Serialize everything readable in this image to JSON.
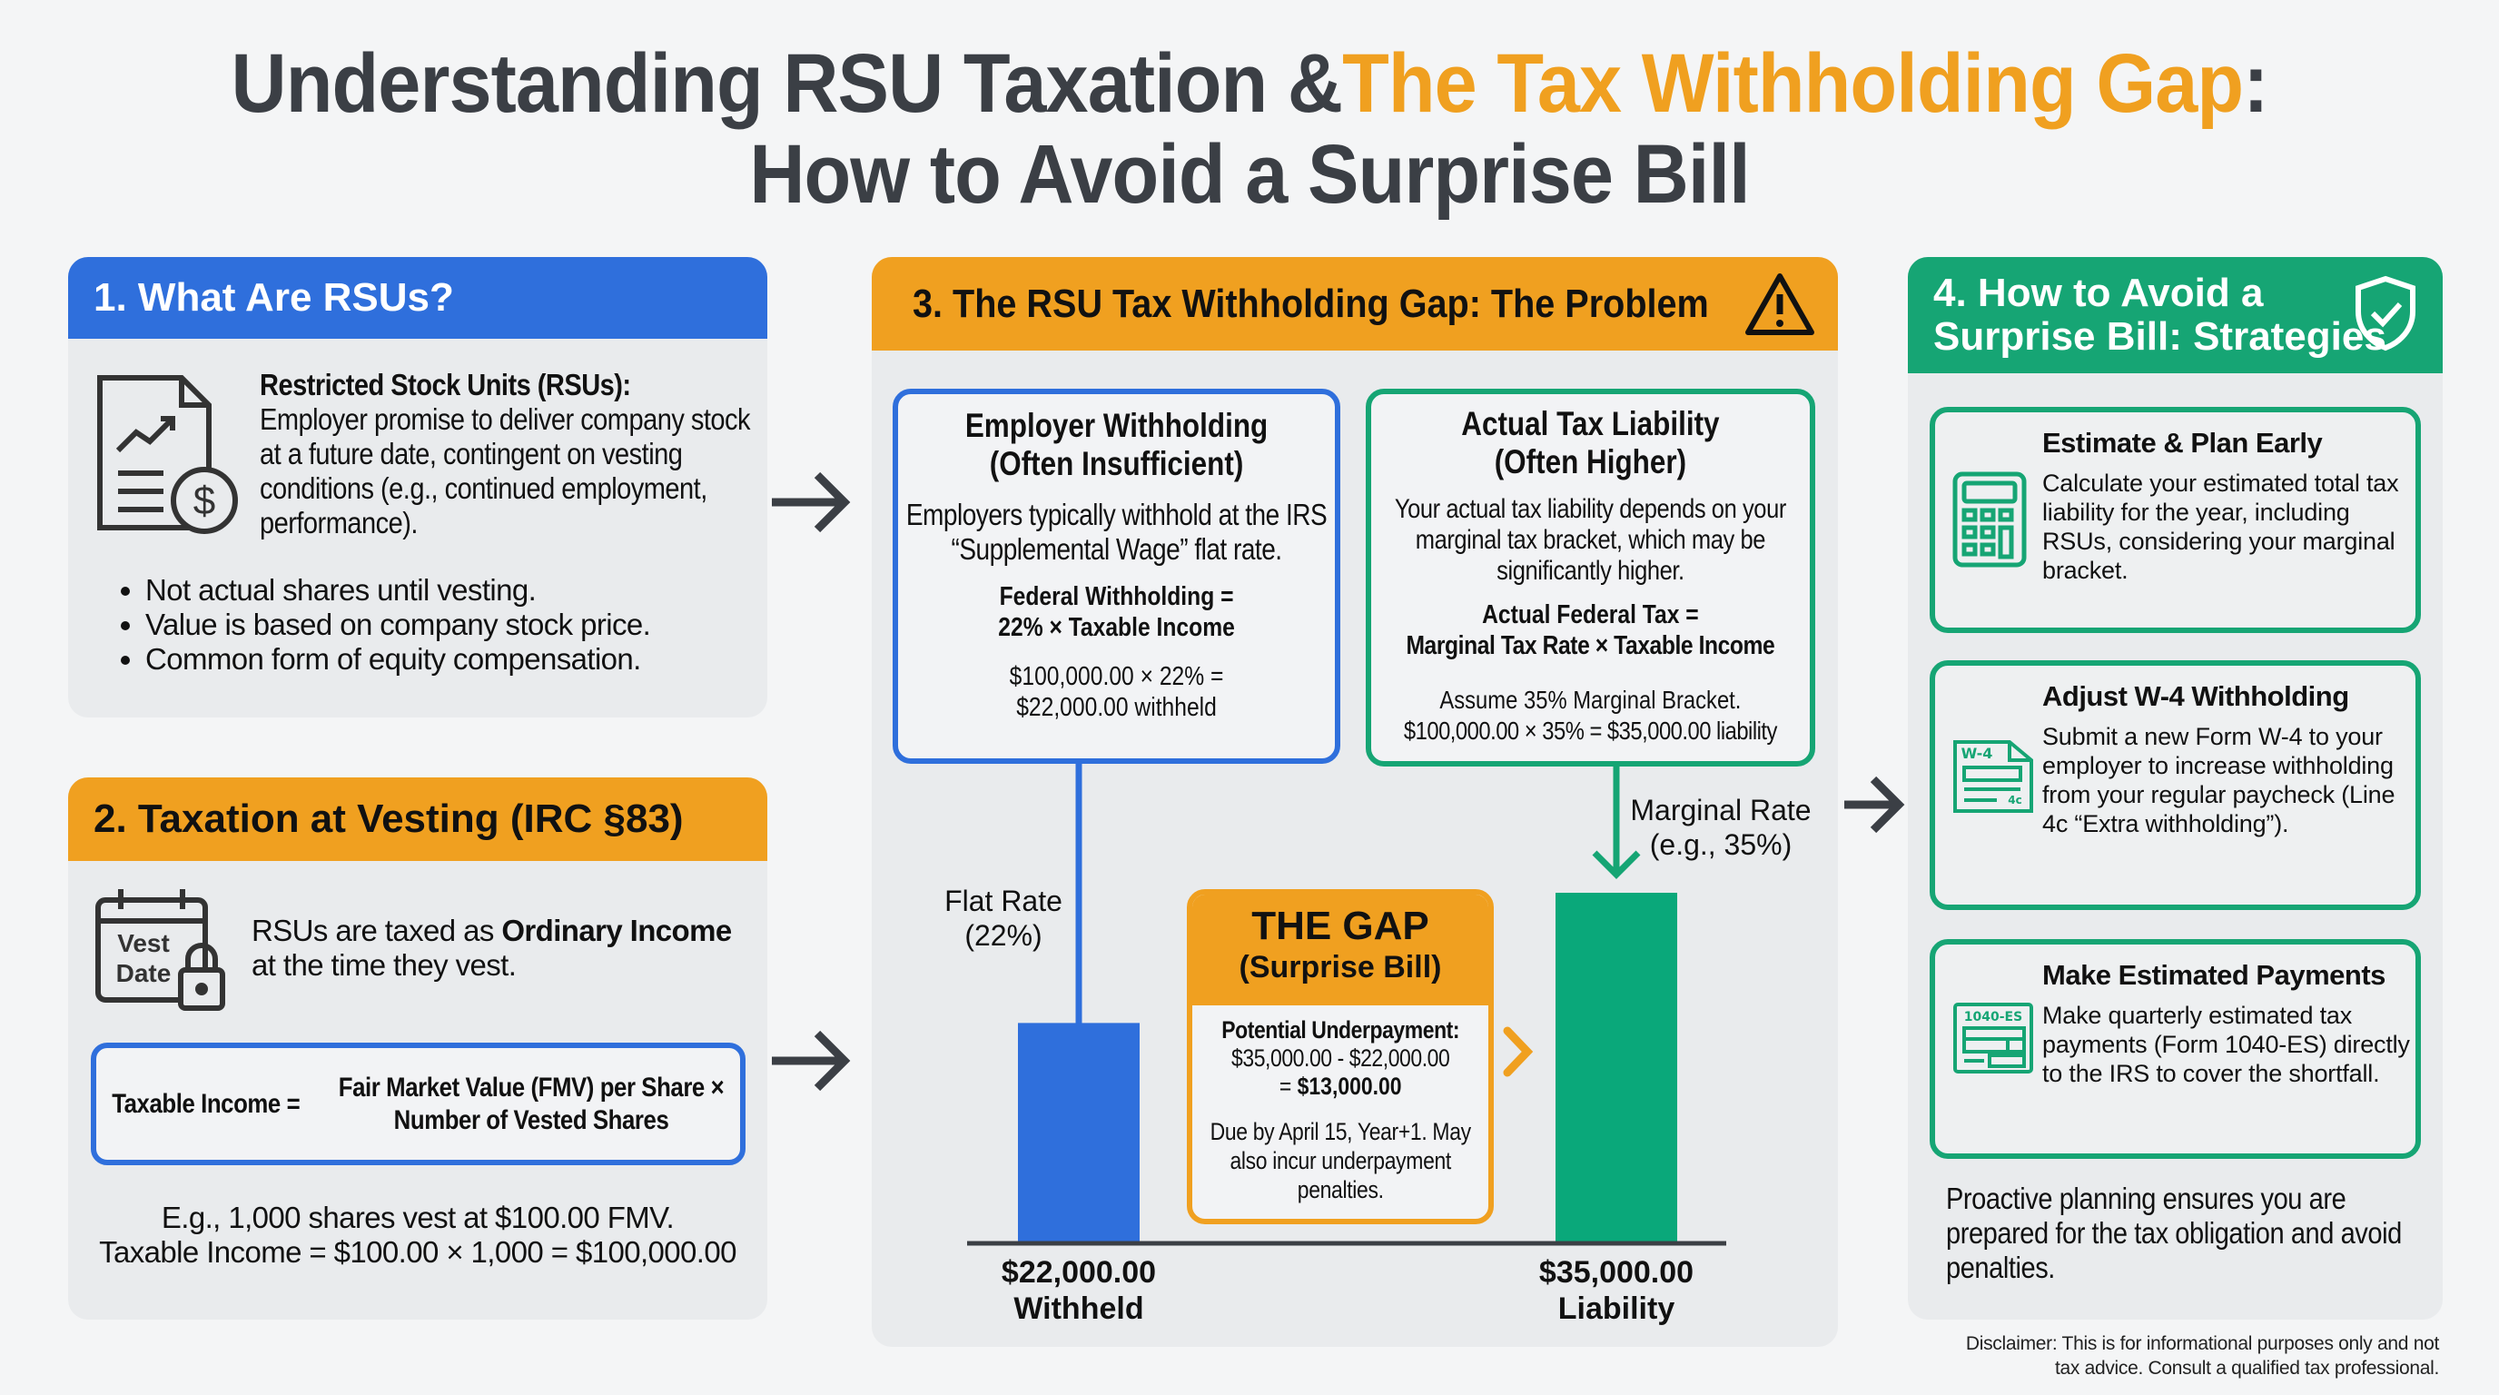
{
  "title": {
    "line1_part1": "Understanding RSU Taxation & ",
    "line1_part2": "The Tax Withholding Gap",
    "line1_part3": ":",
    "line2": "How to Avoid a Surprise Bill"
  },
  "colors": {
    "blue": "#2f6fdc",
    "orange": "#f0a020",
    "green": "#16a574",
    "dark": "#3b3f45"
  },
  "panel1": {
    "header": "1. What Are RSUs?",
    "icon": "document-chart-dollar-icon",
    "term": "Restricted Stock Units (RSUs):",
    "definition": "Employer promise to deliver company stock at a future date, contingent on vesting conditions (e.g., continued employment, performance).",
    "bullets": [
      "Not actual shares until vesting.",
      "Value is based on company stock price.",
      "Common form of equity compensation."
    ]
  },
  "panel2": {
    "header": "2. Taxation at Vesting (IRC §83)",
    "icon": "calendar-lock-icon",
    "icon_text": [
      "Vest",
      "Date"
    ],
    "text_pre": "RSUs are taxed as ",
    "text_bold": "Ordinary Income",
    "text_post": " at the time they vest.",
    "formula_label": "Taxable Income =",
    "formula_value": "Fair Market Value (FMV) per Share × Number of Vested Shares",
    "example_line1": "E.g., 1,000 shares vest at $100.00 FMV.",
    "example_line2": "Taxable Income = $100.00 × 1,000 = $100,000.00"
  },
  "panel3": {
    "header": "3. The RSU Tax Withholding Gap: The Problem",
    "icon": "warning-triangle-icon",
    "withholding": {
      "title1": "Employer Withholding",
      "title2": "(Often Insufficient)",
      "desc": "Employers typically withhold at the IRS “Supplemental Wage” flat rate.",
      "formula1": "Federal Withholding =",
      "formula2": "22% × Taxable Income",
      "calc1": "$100,000.00 × 22% =",
      "calc2": "$22,000.00 withheld"
    },
    "liability": {
      "title1": "Actual Tax Liability",
      "title2": "(Often Higher)",
      "desc": "Your actual tax liability depends on your marginal tax bracket, which may be significantly higher.",
      "formula1": "Actual Federal Tax =",
      "formula2": "Marginal Tax Rate × Taxable Income",
      "calc1": "Assume 35% Marginal Bracket.",
      "calc2": "$100,000.00 × 35% = $35,000.00 liability"
    },
    "flat_rate_label1": "Flat Rate",
    "flat_rate_label2": "(22%)",
    "marginal_label1": "Marginal Rate",
    "marginal_label2": "(e.g., 35%)",
    "gap": {
      "title": "THE GAP",
      "subtitle": "(Surprise Bill)",
      "under_label": "Potential Underpayment:",
      "under_calc": "$35,000.00 - $22,000.00",
      "under_result_pre": "= ",
      "under_result": "$13,000.00",
      "due": "Due by April 15, Year+1. May also incur underpayment penalties."
    },
    "bars": [
      {
        "value": 22000,
        "amount": "$22,000.00",
        "label": "Withheld",
        "color": "#2f6fdc"
      },
      {
        "value": 35000,
        "amount": "$35,000.00",
        "label": "Liability",
        "color": "#0aa87a"
      }
    ]
  },
  "panel4": {
    "header1": "4. How to Avoid a",
    "header2": "Surprise Bill: Strategies",
    "icon": "shield-check-icon",
    "cards": [
      {
        "title": "Estimate & Plan Early",
        "text": "Calculate your estimated total tax liability for the year, including RSUs, considering your marginal bracket.",
        "icon": "calculator-icon"
      },
      {
        "title": "Adjust W-4 Withholding",
        "text": "Submit a new Form W-4 to your employer to increase withholding from your regular paycheck (Line 4c “Extra withholding”).",
        "icon": "w4-form-icon",
        "icon_label": "W-4",
        "icon_sub": "4c"
      },
      {
        "title": "Make Estimated Payments",
        "text": "Make quarterly estimated tax payments (Form 1040-ES) directly to the IRS to cover the shortfall.",
        "icon": "1040es-form-icon",
        "icon_label": "1040-ES"
      }
    ],
    "closing": "Proactive planning ensures you are prepared for the tax obligation and avoid penalties."
  },
  "disclaimer": "Disclaimer: This is for informational purposes only and not tax advice. Consult a qualified tax professional."
}
